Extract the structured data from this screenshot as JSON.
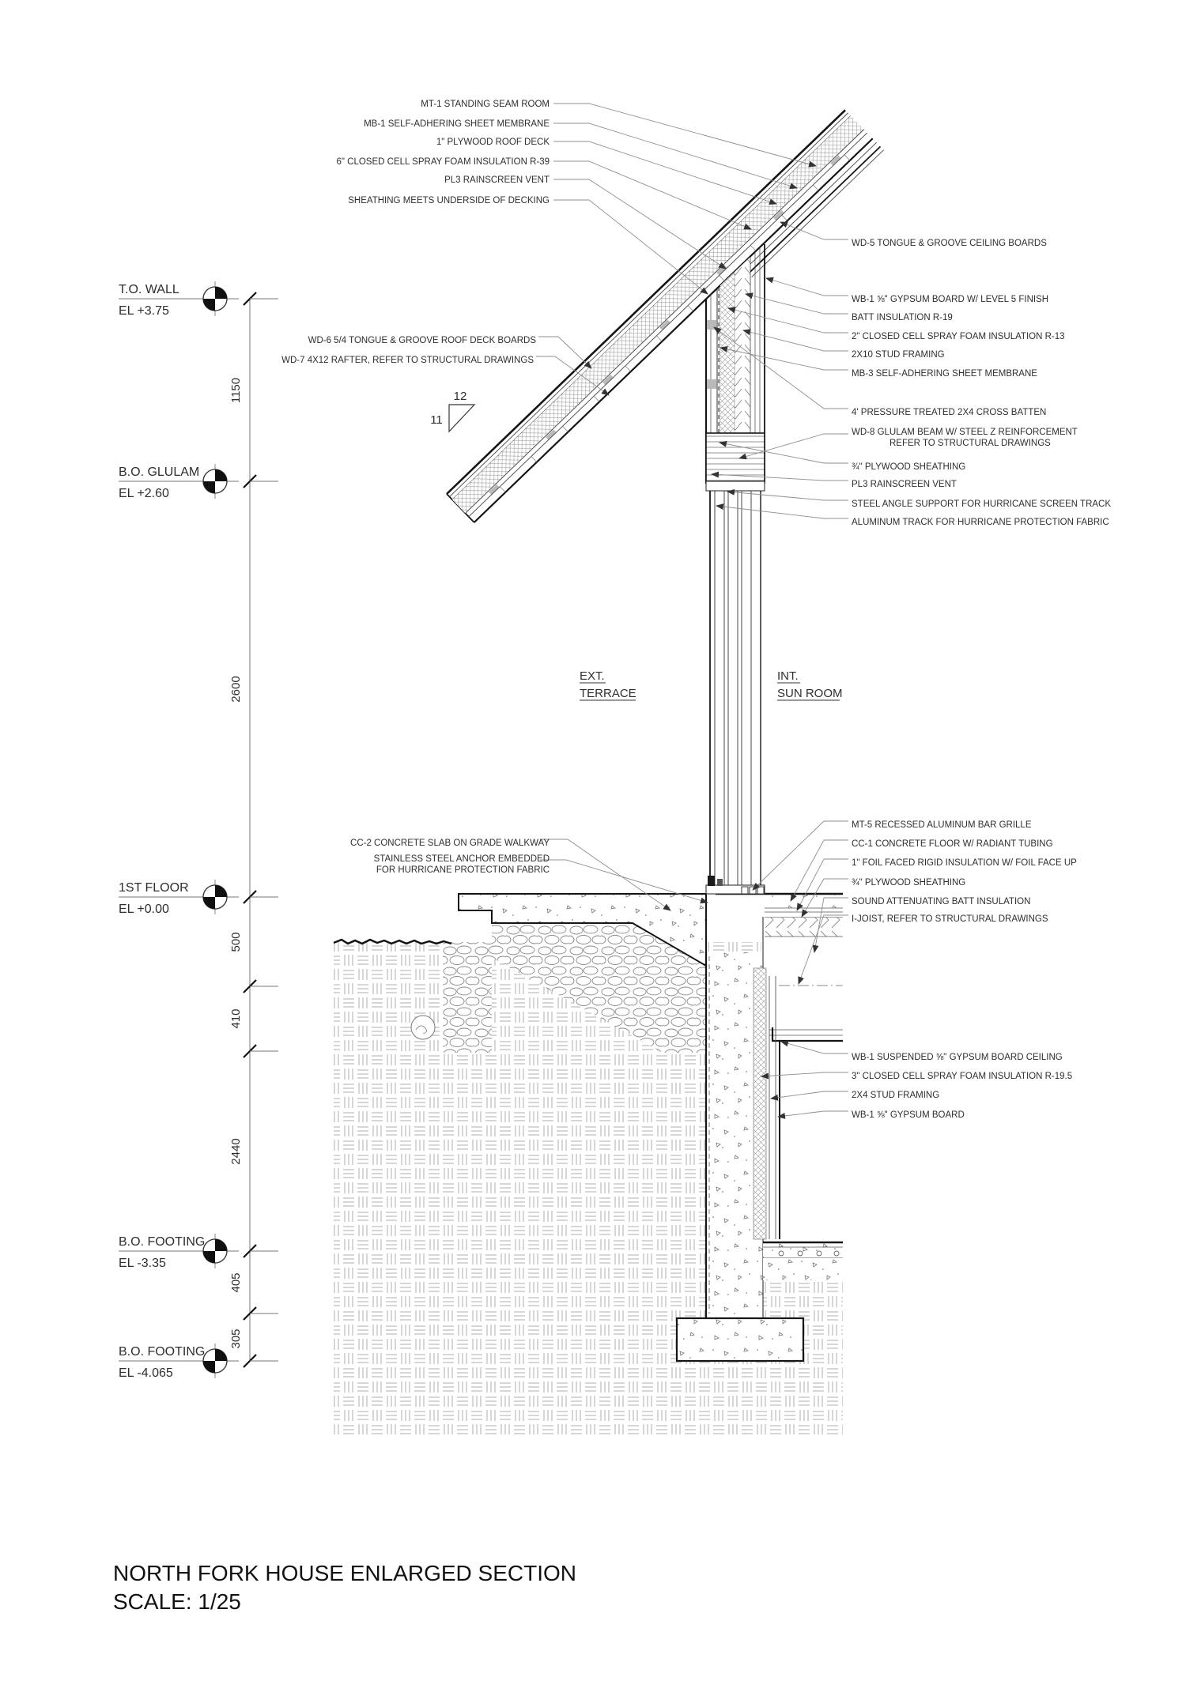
{
  "title": {
    "line1": "NORTH FORK HOUSE ENLARGED SECTION",
    "line2": "SCALE: 1/25"
  },
  "rooms": {
    "ext_line1": "EXT.",
    "ext_line2": "TERRACE",
    "int_line1": "INT.",
    "int_line2": "SUN ROOM"
  },
  "slope": {
    "rise": "12",
    "run": "11"
  },
  "elevations": [
    {
      "name": "T.O. WALL",
      "el": "EL +3.75"
    },
    {
      "name": "B.O. GLULAM",
      "el": "EL +2.60"
    },
    {
      "name": "1ST FLOOR",
      "el": "EL +0.00"
    },
    {
      "name": "B.O. FOOTING",
      "el": "EL -3.35"
    },
    {
      "name": "B.O. FOOTING",
      "el": "EL -4.065"
    }
  ],
  "dims": [
    "1150",
    "2600",
    "500",
    "410",
    "2440",
    "405",
    "305"
  ],
  "callouts_roof": [
    "MT-1 STANDING SEAM ROOM",
    "MB-1 SELF-ADHERING SHEET MEMBRANE",
    "1\" PLYWOOD ROOF DECK",
    "6\" CLOSED CELL SPRAY FOAM INSULATION R-39",
    "PL3 RAINSCREEN VENT",
    "SHEATHING MEETS UNDERSIDE OF DECKING"
  ],
  "callouts_rake": [
    "WD-6 5/4 TONGUE & GROOVE ROOF DECK BOARDS",
    "WD-7 4X12 RAFTER, REFER TO STRUCTURAL DRAWINGS"
  ],
  "callouts_wall": [
    "WD-5 TONGUE & GROOVE CEILING BOARDS",
    "WB-1 ⅝\" GYPSUM BOARD W/ LEVEL 5 FINISH",
    "BATT INSULATION R-19",
    "2\" CLOSED CELL SPRAY FOAM INSULATION R-13",
    "2X10 STUD FRAMING",
    "MB-3 SELF-ADHERING SHEET MEMBRANE",
    "4' PRESSURE TREATED 2X4 CROSS BATTEN",
    "WD-8 GLULAM BEAM W/ STEEL Z REINFORCEMENT",
    "REFER TO STRUCTURAL DRAWINGS",
    "¾\" PLYWOOD SHEATHING",
    "PL3 RAINSCREEN VENT",
    "STEEL ANGLE SUPPORT FOR HURRICANE SCREEN TRACK",
    "ALUMINUM TRACK FOR HURRICANE PROTECTION FABRIC"
  ],
  "callouts_terrace": {
    "cc2": "CC-2 CONCRETE SLAB ON GRADE WALKWAY",
    "anchor_line1": "STAINLESS STEEL ANCHOR EMBEDDED",
    "anchor_line2": "FOR HURRICANE PROTECTION FABRIC"
  },
  "callouts_floor": [
    "MT-5 RECESSED ALUMINUM BAR GRILLE",
    "CC-1 CONCRETE FLOOR W/ RADIANT TUBING",
    "1\" FOIL FACED RIGID INSULATION W/ FOIL FACE UP",
    "¾\" PLYWOOD SHEATHING",
    "SOUND ATTENUATING BATT INSULATION",
    "I-JOIST, REFER TO STRUCTURAL DRAWINGS"
  ],
  "callouts_basement": [
    "WB-1 SUSPENDED ⅝\" GYPSUM BOARD CEILING",
    "3\" CLOSED CELL SPRAY FOAM INSULATION R-19.5",
    "2X4 STUD FRAMING",
    "WB-1 ⅝\" GYPSUM BOARD"
  ]
}
